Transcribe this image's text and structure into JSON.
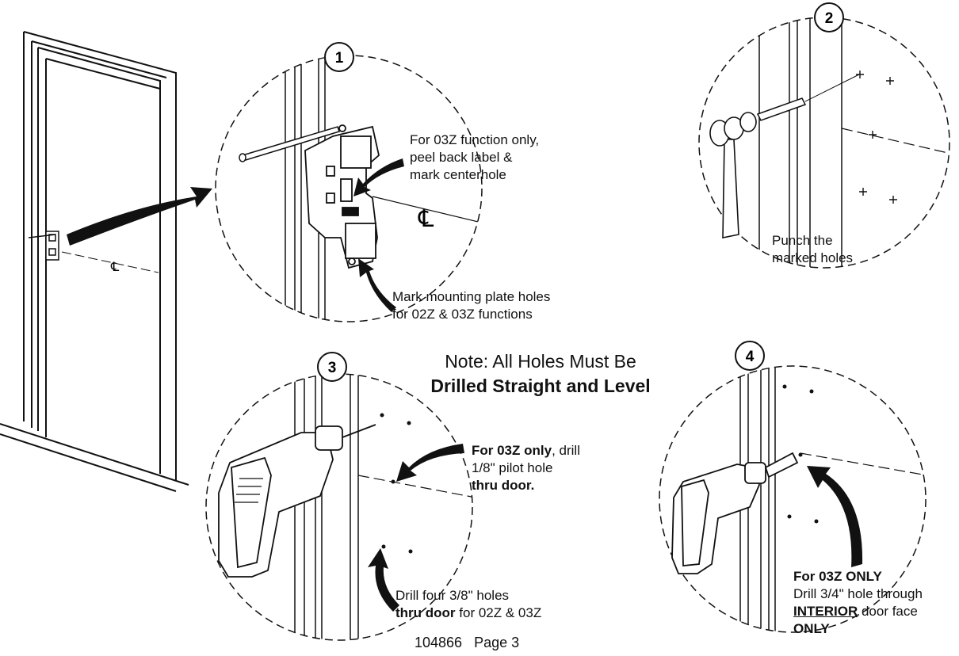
{
  "steps": {
    "s1": "1",
    "s2": "2",
    "s3": "3",
    "s4": "4"
  },
  "centerline_symbol": "℄",
  "callouts": {
    "step1_label": {
      "line1": "For 03Z function only,",
      "line2": "peel back label &",
      "line3": "mark centerhole"
    },
    "step1_plate": {
      "line1": "Mark mounting plate holes",
      "line2": "for 02Z & 03Z functions"
    },
    "step2": {
      "line1": "Punch the",
      "line2": "marked holes"
    },
    "step3_pilot": {
      "line1_bold": "For 03Z only",
      "line1_rest": ", drill",
      "line2": "1/8\" pilot hole",
      "line3_bold": "thru door."
    },
    "step3_four": {
      "line1": "Drill four 3/8\" holes",
      "line2_bold": "thru door",
      "line2_rest": " for 02Z & 03Z"
    },
    "step4": {
      "line1_bold": "For 03Z ONLY",
      "line2": "Drill 3/4\" hole through",
      "line3_bold": "INTERIOR",
      "line3_rest": " door face",
      "line4_bold": "ONLY"
    }
  },
  "note": {
    "line1": "Note: All Holes Must Be",
    "line2": "Drilled Straight and Level"
  },
  "footer": {
    "doc_number": "104866",
    "page": "Page 3"
  }
}
